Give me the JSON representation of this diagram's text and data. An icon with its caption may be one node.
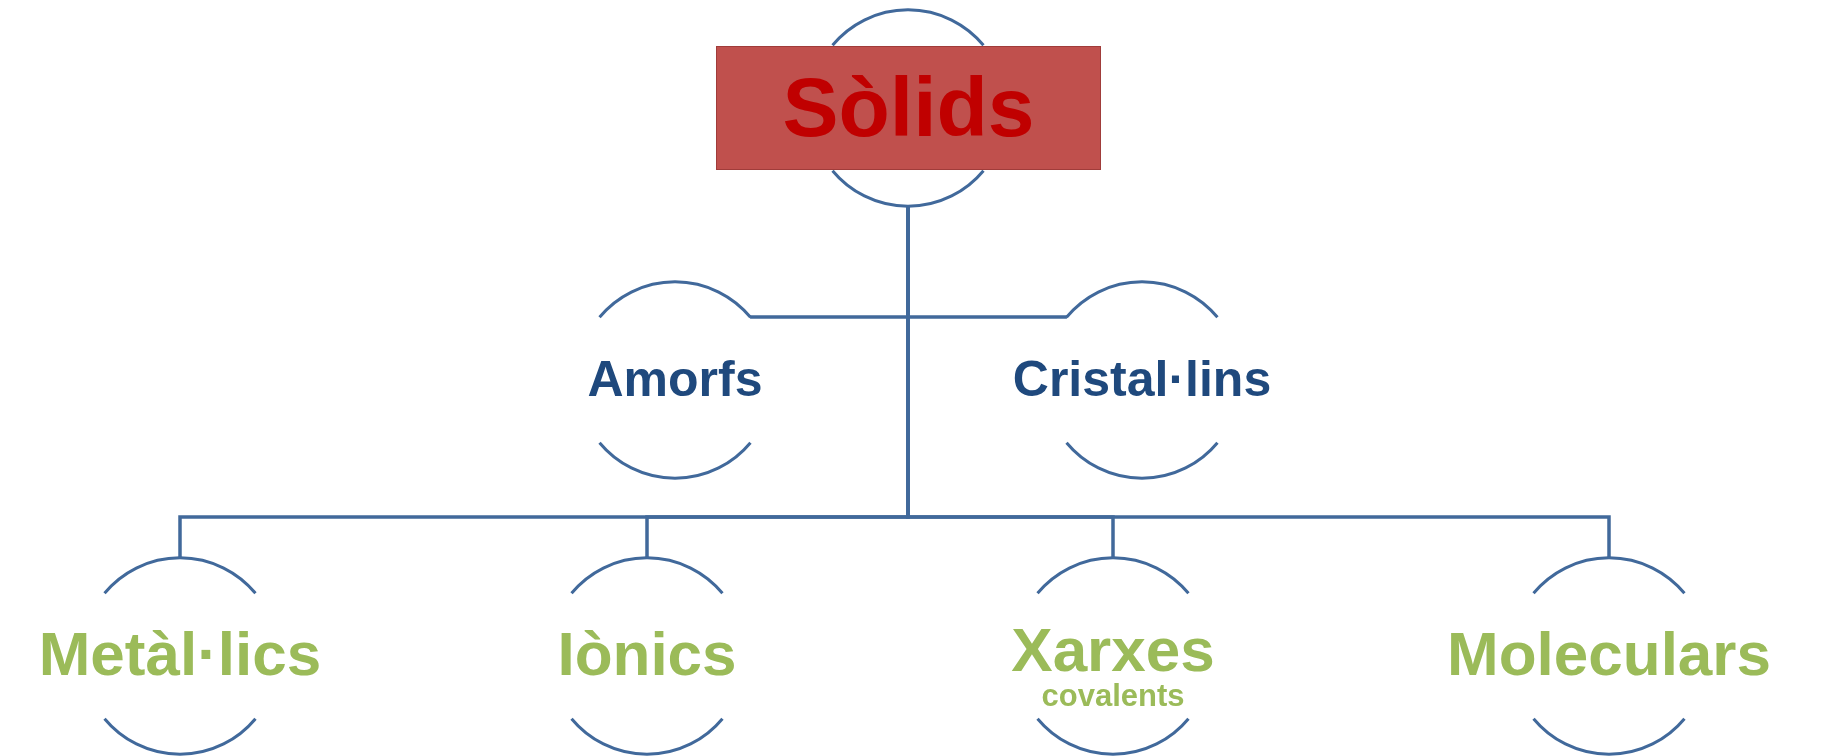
{
  "diagram": {
    "nodes": [
      {
        "text": [
          "Sòlids"
        ]
      },
      {
        "text": [
          "Amorfs"
        ]
      },
      {
        "text": [
          "Cristal·lins"
        ]
      },
      {
        "text": [
          "Metàl·lics"
        ]
      },
      {
        "text": [
          "Iònics"
        ]
      },
      {
        "text": [
          "Xarxes",
          "covalents"
        ]
      },
      {
        "text": [
          "Moleculars"
        ]
      }
    ],
    "edges": [
      {
        "from": 0,
        "to": 1,
        "arrow": "none"
      },
      {
        "from": 0,
        "to": 2,
        "arrow": "none"
      },
      {
        "from": 0,
        "to": 3,
        "arrow": "none"
      },
      {
        "from": 0,
        "to": 4,
        "arrow": "none"
      },
      {
        "from": 0,
        "to": 5,
        "arrow": "none"
      },
      {
        "from": 0,
        "to": 6,
        "arrow": "none"
      }
    ]
  }
}
